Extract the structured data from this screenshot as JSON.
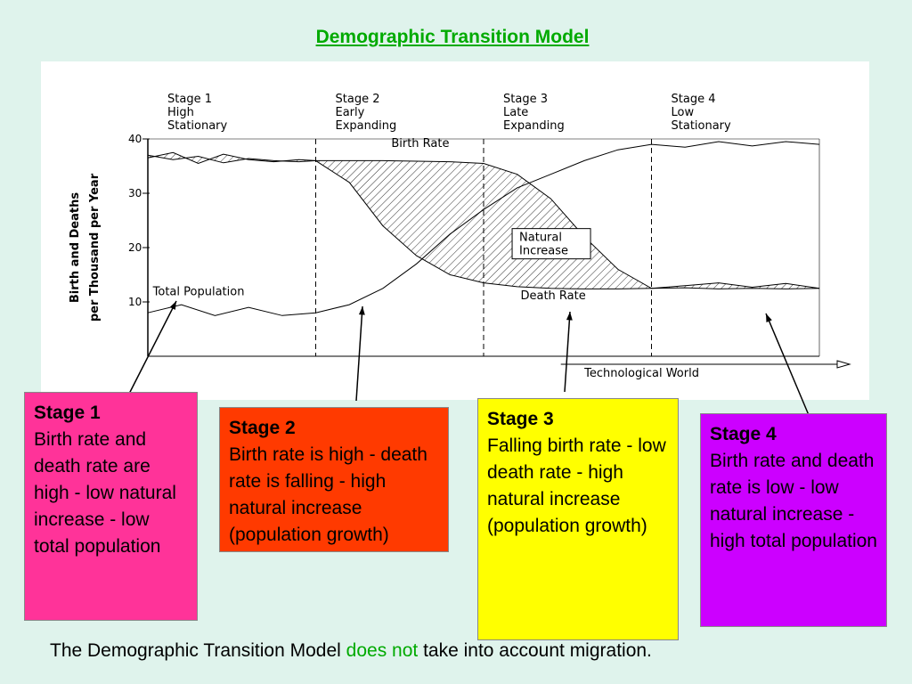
{
  "page": {
    "title": "Demographic Transition Model",
    "footer_part1": "The Demographic Transition Model ",
    "footer_highlight": "does not",
    "footer_part2": " take into account migration.",
    "colors": {
      "background": "#dff3ec",
      "title": "#00aa00",
      "stage1_box": "#ff3399",
      "stage2_box": "#ff3a00",
      "stage3_box": "#ffff00",
      "stage4_box": "#cc00ff"
    }
  },
  "boxes": [
    {
      "heading": "Stage 1",
      "body": "Birth rate and death rate are high - low natural increase - low total population"
    },
    {
      "heading": "Stage 2",
      "body": "Birth rate is high - death rate is falling - high natural increase (population growth)"
    },
    {
      "heading": "Stage 3",
      "body": "Falling birth rate - low death rate - high natural increase (population growth)"
    },
    {
      "heading": "Stage 4",
      "body": "Birth rate and death rate is low - low natural increase - high total population"
    }
  ],
  "chart_data": {
    "type": "line",
    "ylabel_line1": "Birth and Deaths",
    "ylabel_line2": "per Thousand per Year",
    "ylim": [
      0,
      40
    ],
    "yticks": [
      10,
      20,
      30,
      40
    ],
    "stages": [
      {
        "name": "Stage 1",
        "l1": "High",
        "l2": "Stationary"
      },
      {
        "name": "Stage 2",
        "l1": "Early",
        "l2": "Expanding"
      },
      {
        "name": "Stage 3",
        "l1": "Late",
        "l2": "Expanding"
      },
      {
        "name": "Stage 4",
        "l1": "Low",
        "l2": "Stationary"
      }
    ],
    "stage_boundaries": [
      1,
      2,
      3
    ],
    "x_range": [
      0,
      4
    ],
    "labels": {
      "birth_rate": "Birth Rate",
      "death_rate": "Death Rate",
      "natural_increase_line1": "Natural",
      "natural_increase_line2": "Increase",
      "total_population": "Total Population",
      "technological_world": "Technological World"
    },
    "series": [
      {
        "name": "Birth Rate",
        "x": [
          0,
          0.15,
          0.3,
          0.45,
          0.6,
          0.75,
          0.9,
          1.0,
          1.2,
          1.4,
          1.6,
          1.8,
          2.0,
          2.2,
          2.4,
          2.6,
          2.8,
          3.0,
          3.2,
          3.4,
          3.6,
          3.8,
          4.0
        ],
        "y": [
          36.5,
          37.5,
          35.5,
          37.2,
          36.2,
          35.8,
          36.2,
          36,
          36,
          36,
          35.9,
          35.8,
          35.5,
          33.5,
          29,
          22,
          16,
          12.5,
          13,
          13.5,
          12.7,
          13.4,
          12.5
        ]
      },
      {
        "name": "Death Rate",
        "x": [
          0,
          0.15,
          0.3,
          0.45,
          0.6,
          0.75,
          0.9,
          1.0,
          1.2,
          1.4,
          1.6,
          1.8,
          2.0,
          2.2,
          2.4,
          2.6,
          2.8,
          3.0,
          3.2,
          3.4,
          3.6,
          3.8,
          4.0
        ],
        "y": [
          37,
          36.2,
          36.8,
          35.6,
          36.4,
          36,
          35.8,
          36,
          32,
          24,
          18.5,
          15,
          13.5,
          12.8,
          12.5,
          12.4,
          12.4,
          12.5,
          12.6,
          12.4,
          12.5,
          12.4,
          12.5
        ]
      },
      {
        "name": "Total Population",
        "x": [
          0,
          0.2,
          0.4,
          0.6,
          0.8,
          1.0,
          1.2,
          1.4,
          1.6,
          1.8,
          2.0,
          2.2,
          2.4,
          2.6,
          2.8,
          3.0,
          3.2,
          3.4,
          3.6,
          3.8,
          4.0
        ],
        "y": [
          8,
          9.5,
          7.5,
          9,
          7.5,
          8,
          9.5,
          12.5,
          17,
          22.5,
          27,
          31,
          33.5,
          36,
          38,
          39,
          38.5,
          39.5,
          38.7,
          39.5,
          39
        ]
      }
    ]
  }
}
